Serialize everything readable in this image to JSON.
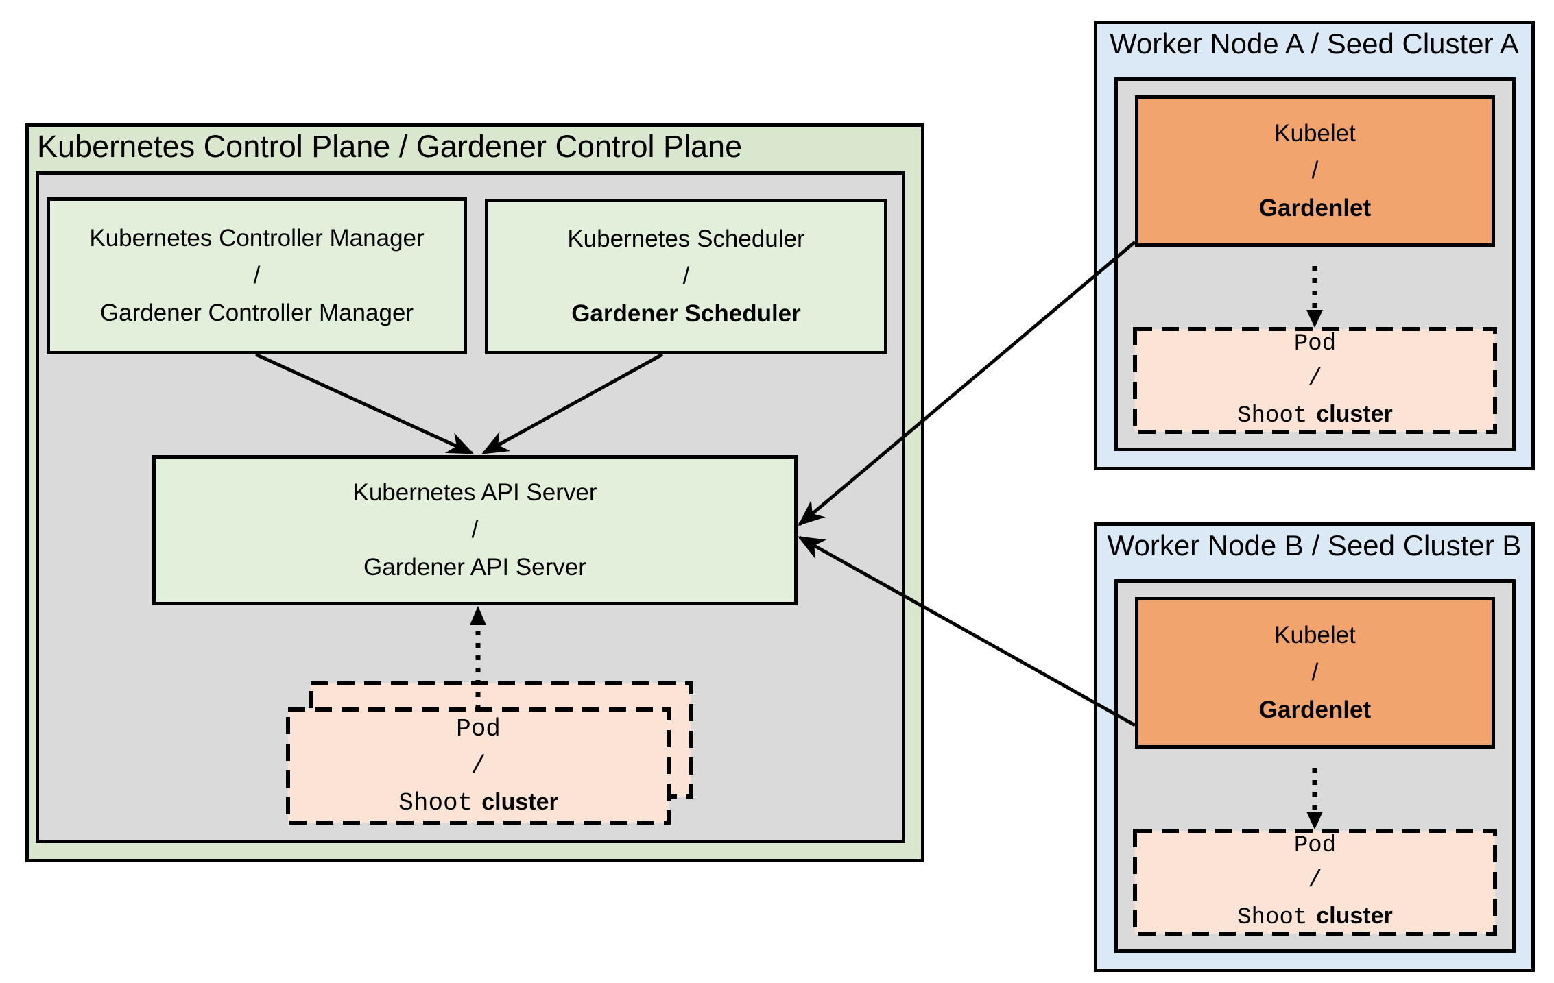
{
  "colors": {
    "page_bg": "#ffffff",
    "outer_green": "#d9e7cf",
    "box_green": "#e2efda",
    "gray": "#dadada",
    "blue": "#dbe9f7",
    "orange": "#f2a46f",
    "peach": "#fbe4d5",
    "line": "#000000"
  },
  "control_plane": {
    "title": "Kubernetes Control Plane / Gardener Control Plane",
    "controller_manager": {
      "line1": "Kubernetes Controller Manager",
      "separator": "/",
      "line2": "Gardener Controller Manager"
    },
    "scheduler": {
      "line1": "Kubernetes Scheduler",
      "separator": "/",
      "line2": "Gardener Scheduler"
    },
    "api_server": {
      "line1": "Kubernetes API Server",
      "separator": "/",
      "line2": "Gardener API Server"
    },
    "pod_stack": {
      "line1": "Pod",
      "separator": "/",
      "line2_mono": "Shoot",
      "line2_sans": "cluster"
    }
  },
  "workers": [
    {
      "title": "Worker Node A / Seed Cluster A",
      "kubelet": {
        "line1": "Kubelet",
        "separator": "/",
        "line2": "Gardenlet"
      },
      "pod": {
        "line1": "Pod",
        "separator": "/",
        "line2_mono": "Shoot",
        "line2_sans": "cluster"
      }
    },
    {
      "title": "Worker Node B / Seed Cluster B",
      "kubelet": {
        "line1": "Kubelet",
        "separator": "/",
        "line2": "Gardenlet"
      },
      "pod": {
        "line1": "Pod",
        "separator": "/",
        "line2_mono": "Shoot",
        "line2_sans": "cluster"
      }
    }
  ]
}
